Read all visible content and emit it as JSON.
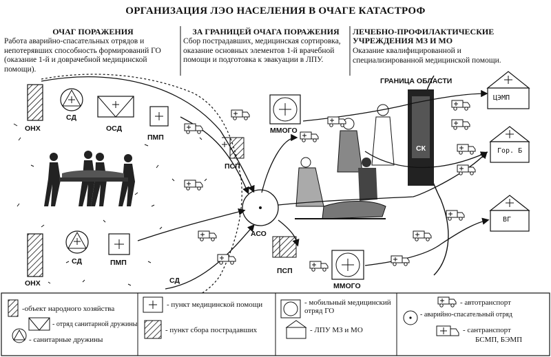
{
  "title": "ОРГАНИЗАЦИЯ ЛЭО НАСЕЛЕНИЯ В ОЧАГЕ КАТАСТРОФ",
  "columns": [
    {
      "heading": "ОЧАГ ПОРАЖЕНИЯ",
      "text": "Работа аварийно-спасательных отрядов и непотерявших способность формирований ГО (оказание 1-й и доврачебной медицинской помощи)."
    },
    {
      "heading": "ЗА ГРАНИЦЕЙ ОЧАГА ПОРАЖЕНИЯ",
      "text": "Сбор пострадавших, медицинская сортировка, оказание основных элементов 1-й врачебной помощи и подготовка к эвакуации в ЛПУ."
    },
    {
      "heading": "ЛЕЧЕБНО-ПРОФИЛАКТИЧЕСКИЕ УЧРЕЖДЕНИЯ МЗ И МО",
      "text": "Оказание квалифицированной и специализированной медицинской помощи."
    }
  ],
  "border_label": "ГРАНИЦА ОБЛАСТИ",
  "labels": {
    "onh": "ОНХ",
    "sd": "СД",
    "osd": "ОСД",
    "pmp": "ПМП",
    "psp": "ПСП",
    "mmogo": "ММОГО",
    "aso": "АСО",
    "tsemp": "ЦЭМП",
    "gor_b": "Гор. Б",
    "vg": "ВГ",
    "ck": "СК"
  },
  "legend": {
    "onh": "-объект народного хозяйства",
    "osd": "- отряд санитарной дружины",
    "sd": "- санитарные дружины",
    "pmp": "- пункт медицинской помощи",
    "psp": "- пункт сбора пострадавших",
    "mmogo": "- мобильный медицинский отряд ГО",
    "lpu": "- ЛПУ МЗ и МО",
    "auto": "- автотранспорт",
    "aso": "- аварийно-спасательный отряд",
    "sanit_1": "- сантранспорт",
    "sanit_2": "БСМП, БЭМП"
  }
}
